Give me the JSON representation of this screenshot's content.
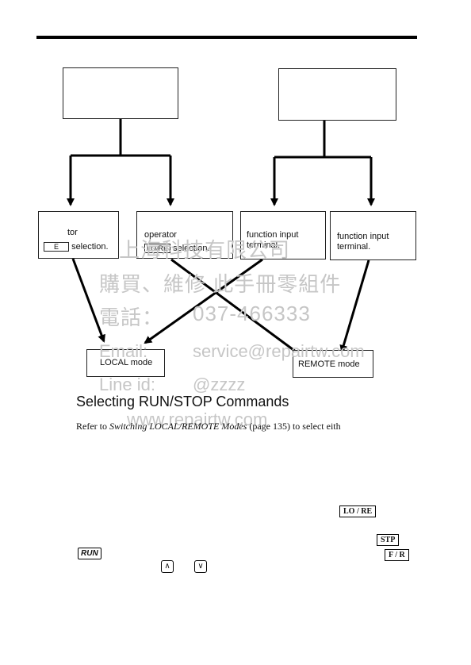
{
  "diagram": {
    "boxes": {
      "local_op_prefix": "tor",
      "local_op_key": "E",
      "local_op_suffix": "selection.",
      "remote_op_prefix": "operator",
      "remote_op_key": "LO/RE",
      "remote_op_suffix": "selection.",
      "local_term_line1": "function input",
      "local_term_line2": "terminal.",
      "remote_term_line1": "function input",
      "remote_term_line2": "terminal."
    },
    "modes": {
      "local": "LOCAL mode",
      "remote": "REMOTE mode"
    }
  },
  "watermark": {
    "line1": "上海科技有限公司",
    "line2": "購買、維修 此手冊零組件",
    "line3_label": "電話：",
    "line3_value": "037-466333",
    "line4_label": "Email:",
    "line4_value": "service@repairtw.com",
    "line5_label": "Line id:",
    "line5_value": "@zzzz",
    "line6": "www.repairtw.com"
  },
  "section": {
    "heading": "Selecting RUN/STOP Commands",
    "para_prefix": "Refer to ",
    "para_link": "Switching LOCAL/REMOTE Modes",
    "para_suffix": " (page 135) to select eith"
  },
  "keys": {
    "lo_re": "LO / RE",
    "stp": "STP",
    "run": "RUN",
    "f_r": "F / R",
    "up": "∧",
    "down": "∨"
  }
}
